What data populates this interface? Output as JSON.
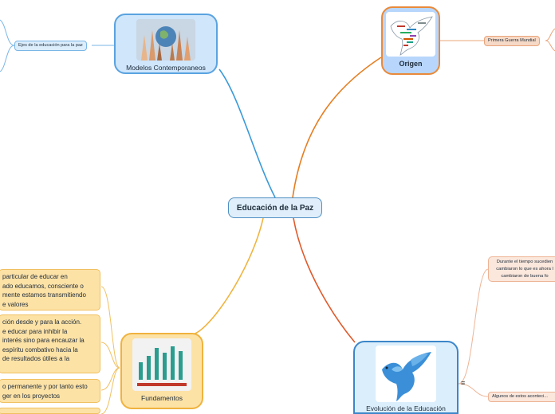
{
  "central": {
    "title": "Educación de la Paz"
  },
  "topics": {
    "modelos": {
      "label": "Modelos Contemporaneos",
      "image_icon": "hands-globe-icon"
    },
    "origen": {
      "label": "Origen",
      "image_icon": "word-cloud-dove-icon"
    },
    "fundamentos": {
      "label": "Fundamentos",
      "image_icon": "bar-chart-icon"
    },
    "evolucion": {
      "label": "Evolución de la Educación",
      "image_icon": "blue-dove-icon"
    }
  },
  "subtopics": {
    "ejes": "Ejes de la educación para la paz",
    "primera_guerra": "Primera Guerra Mundial",
    "durante": "Durante el tiempo sucedien... cambiaron lo que es ahora l... cambiaron de buena fo...",
    "durante_lines": [
      "Durante el tiempo sucedien",
      "cambiaron lo que es ahora l",
      "cambiaron de buena fo"
    ],
    "algunos": "Algunos de estos aconteci..."
  },
  "fundamentos_notes": [
    {
      "lines": [
        "particular de educar en",
        "ado educamos, consciente o",
        "mente estamos transmitiendo",
        "e valores"
      ]
    },
    {
      "lines": [
        "ción desde y para la acción.",
        "e educar para inhibir la",
        "interés sino para encauzar la",
        "espíritu combativo hacia la",
        "de resultados útiles a la"
      ]
    },
    {
      "lines": [
        "o permanente y por tanto esto",
        "ger en los proyectos"
      ]
    }
  ],
  "colors": {
    "blue_branch": "#3a9ad9",
    "orange_branch": "#e67e22",
    "gold_branch": "#f0b33e",
    "red_branch": "#e05a2b",
    "central_border": "#4f8fc2"
  },
  "icons": {
    "menu": "≡"
  }
}
